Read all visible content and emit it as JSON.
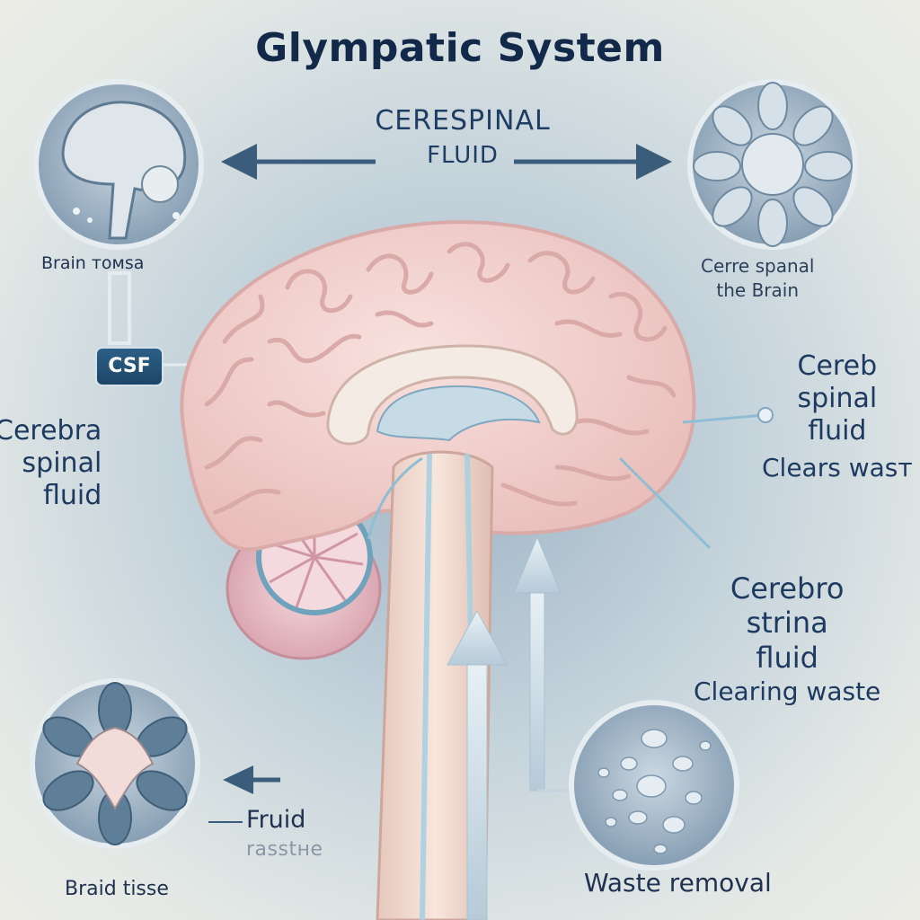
{
  "title": "Glympatic System",
  "top_label": {
    "line1": "CERESPINAL",
    "line2": "FLUID"
  },
  "top_left_caption": "Brain томѕа",
  "top_right_caption": {
    "line1": "Cerre spanal",
    "line2": "the Brain"
  },
  "csf_badge": "CSF",
  "left_label": {
    "line1": "Cerebra",
    "line2": "spinal",
    "line3": "fluid"
  },
  "right_label_upper": {
    "line1": "Cereb",
    "line2": "spinal",
    "line3": "fluid",
    "line4": "Clears wasт"
  },
  "right_label_lower": {
    "line1": "Cerebro",
    "line2": "strina",
    "line3": "fluid",
    "line4": "Clearing waste"
  },
  "bottom_left_flow": {
    "line1": "Fruid",
    "line2": "rasstне"
  },
  "bottom_left_caption": "Braid tisse",
  "bottom_right_caption": "Waste removal",
  "colors": {
    "text": "#1f3d63",
    "title": "#13294a",
    "arrow": "#3b5d7c",
    "brain": "#f2d2cf",
    "brain_fold": "#d9aaa8",
    "csf": "#a9cfe0",
    "badge": "#244f74"
  }
}
